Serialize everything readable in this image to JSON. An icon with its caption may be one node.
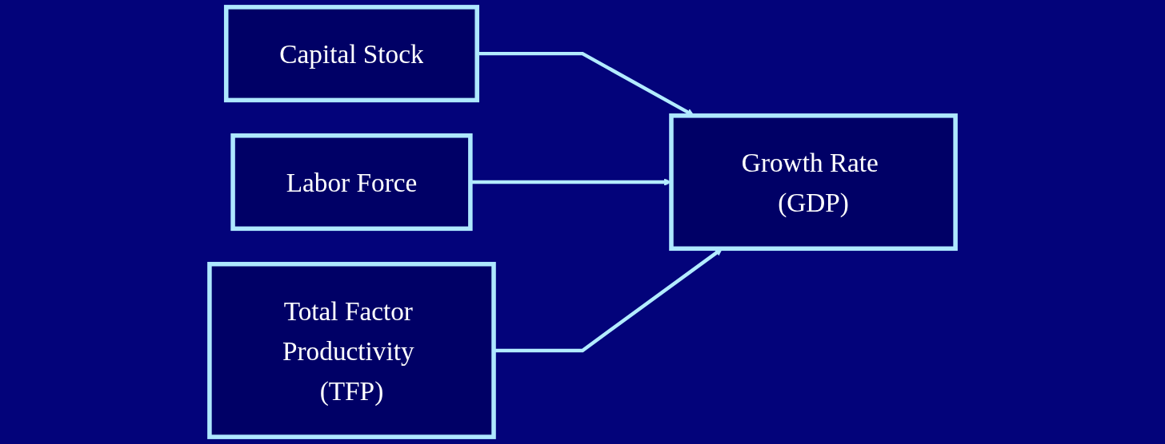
{
  "diagram": {
    "nodes": [
      {
        "text": [
          "Capital Stock"
        ]
      },
      {
        "text": [
          "Labor Force"
        ]
      },
      {
        "text": [
          "Total Factor Productivity (TFP)"
        ]
      },
      {
        "text": [
          "Growth Rate (GDP)"
        ]
      }
    ],
    "edges": [
      {
        "from": 0,
        "to": 3,
        "arrow": "to"
      },
      {
        "from": 1,
        "to": 3,
        "arrow": "to"
      },
      {
        "from": 2,
        "to": 3,
        "arrow": "to"
      }
    ]
  }
}
